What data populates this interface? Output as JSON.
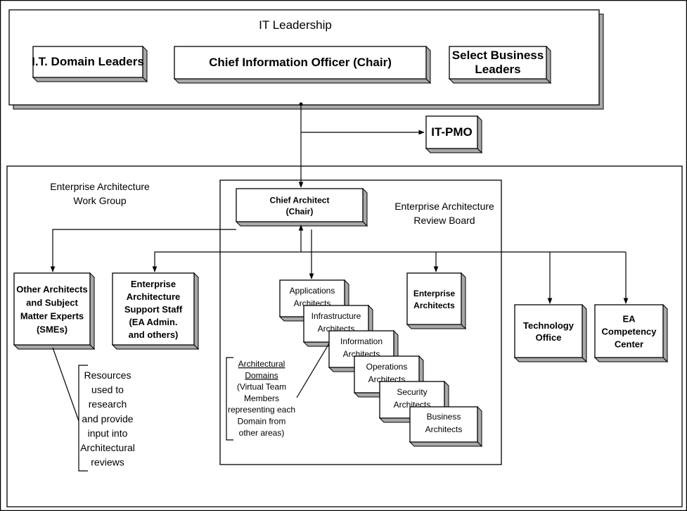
{
  "it_leadership": {
    "title": "IT Leadership",
    "domain_leaders": "I.T. Domain Leaders",
    "cio": "Chief Information Officer (Chair)",
    "business_leaders": [
      "Select Business",
      "Leaders"
    ]
  },
  "it_pmo": "IT-PMO",
  "work_group": {
    "title": [
      "Enterprise Architecture",
      "Work Group"
    ],
    "other_architects": [
      "Other Architects",
      "and Subject",
      "Matter Experts",
      "(SMEs)"
    ],
    "support_staff": [
      "Enterprise",
      "Architecture",
      "Support Staff",
      "(EA Admin.",
      "and others)"
    ],
    "resources_note": [
      "Resources",
      "used to",
      "research",
      "and provide",
      "input into",
      "Architectural",
      "reviews"
    ],
    "technology_office": [
      "Technology",
      "Office"
    ],
    "competency_center": [
      "EA",
      "Competency",
      "Center"
    ]
  },
  "review_board": {
    "title": [
      "Enterprise Architecture",
      "Review Board"
    ],
    "chief_architect": [
      "Chief Architect",
      "(Chair)"
    ],
    "enterprise_architects": [
      "Enterprise",
      "Architects"
    ],
    "domains": [
      [
        "Applications",
        "Architects"
      ],
      [
        "Infrastructure",
        "Architects"
      ],
      [
        "Information",
        "Architects"
      ],
      [
        "Operations",
        "Architects"
      ],
      [
        "Security",
        "Architects"
      ],
      [
        "Business",
        "Architects"
      ]
    ],
    "domains_note": [
      "Architectural",
      "Domains",
      "(Virtual Team",
      "Members",
      "representing each",
      "Domain from",
      "other areas)"
    ]
  }
}
